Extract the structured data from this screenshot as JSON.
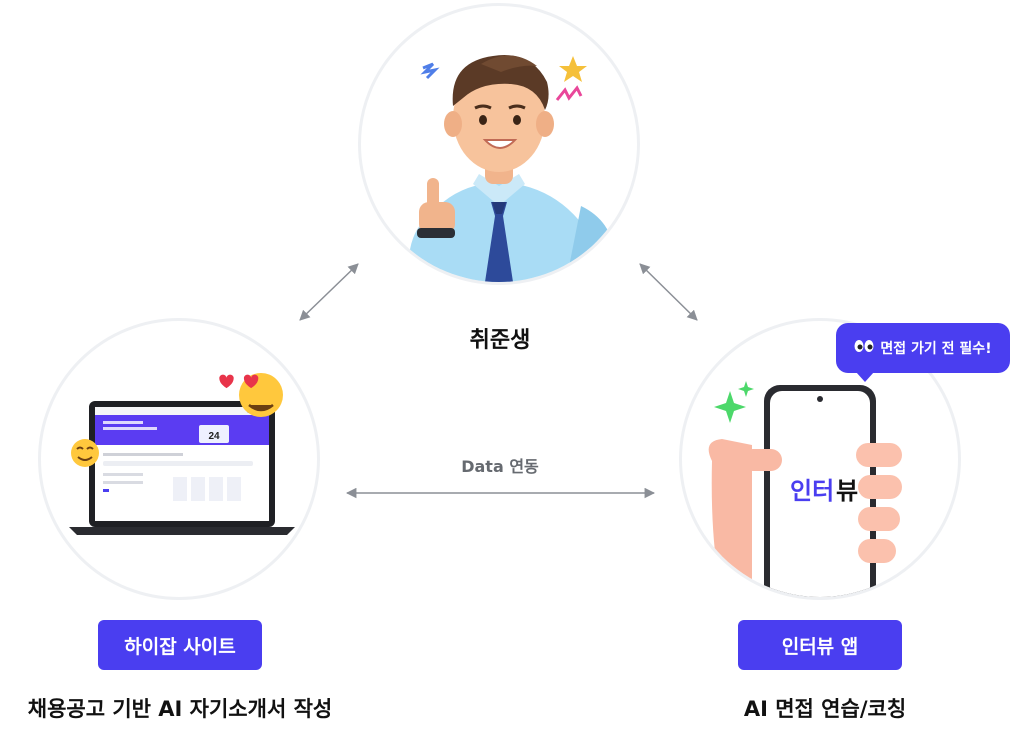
{
  "nodes": {
    "student": {
      "label": "취준생"
    },
    "site": {
      "badge": "하이잡 사이트",
      "caption": "채용공고 기반 AI 자기소개서 작성"
    },
    "app": {
      "badge": "인터뷰 앱",
      "caption": "AI 면접 연습/코칭",
      "bubble": "면접 가기 전 필수!",
      "screen_title_a": "인터",
      "screen_title_b": "뷰"
    }
  },
  "link": {
    "label": "Data 연동"
  },
  "laptop": {
    "calendar_day": "24"
  },
  "colors": {
    "accent": "#4a3ef0",
    "arrow": "#8b8f96",
    "circle_border": "#eef0f3"
  }
}
